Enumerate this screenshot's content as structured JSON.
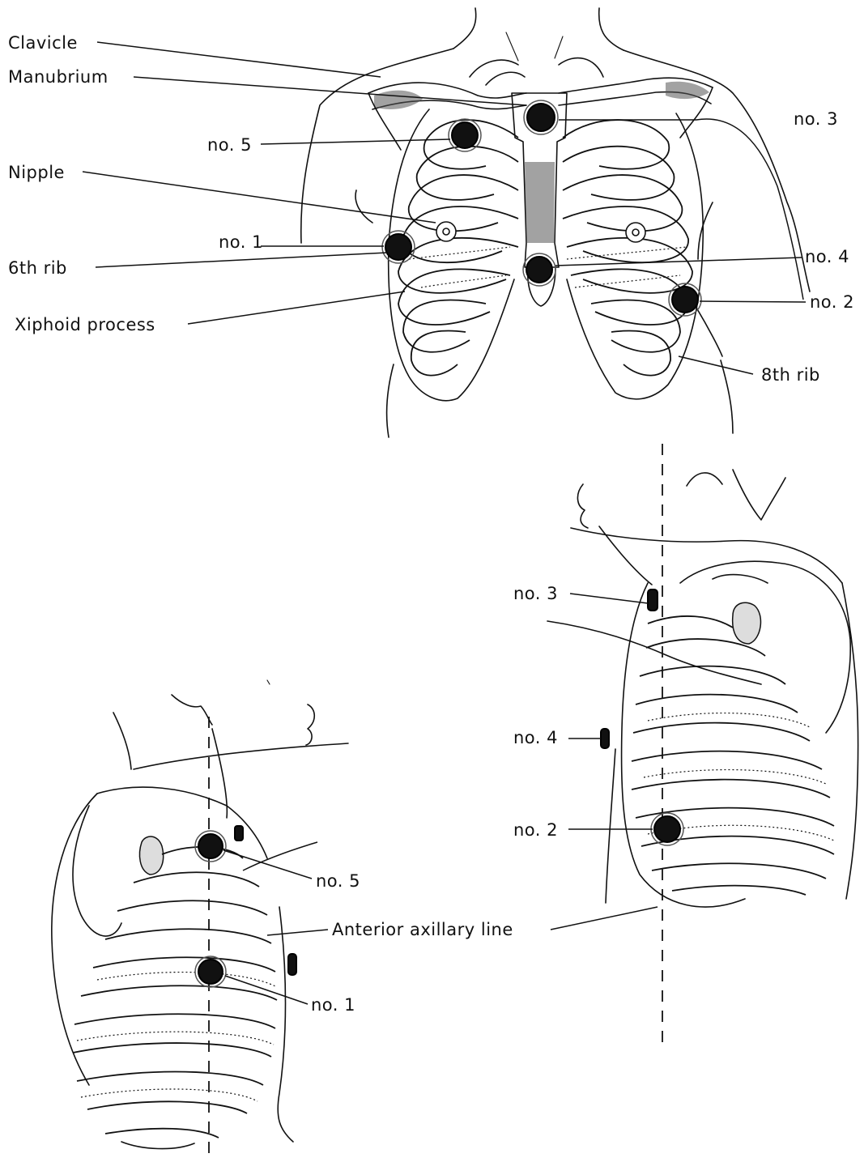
{
  "labels": {
    "clavicle": "Clavicle",
    "manubrium": "Manubrium",
    "nipple": "Nipple",
    "sixth_rib": "6th rib",
    "xiphoid": "Xiphoid process",
    "eighth_rib": "8th rib",
    "anterior_axillary": "Anterior axillary line"
  },
  "electrodes": {
    "no1": "no. 1",
    "no2": "no. 2",
    "no3": "no. 3",
    "no4": "no. 4",
    "no5": "no. 5"
  }
}
